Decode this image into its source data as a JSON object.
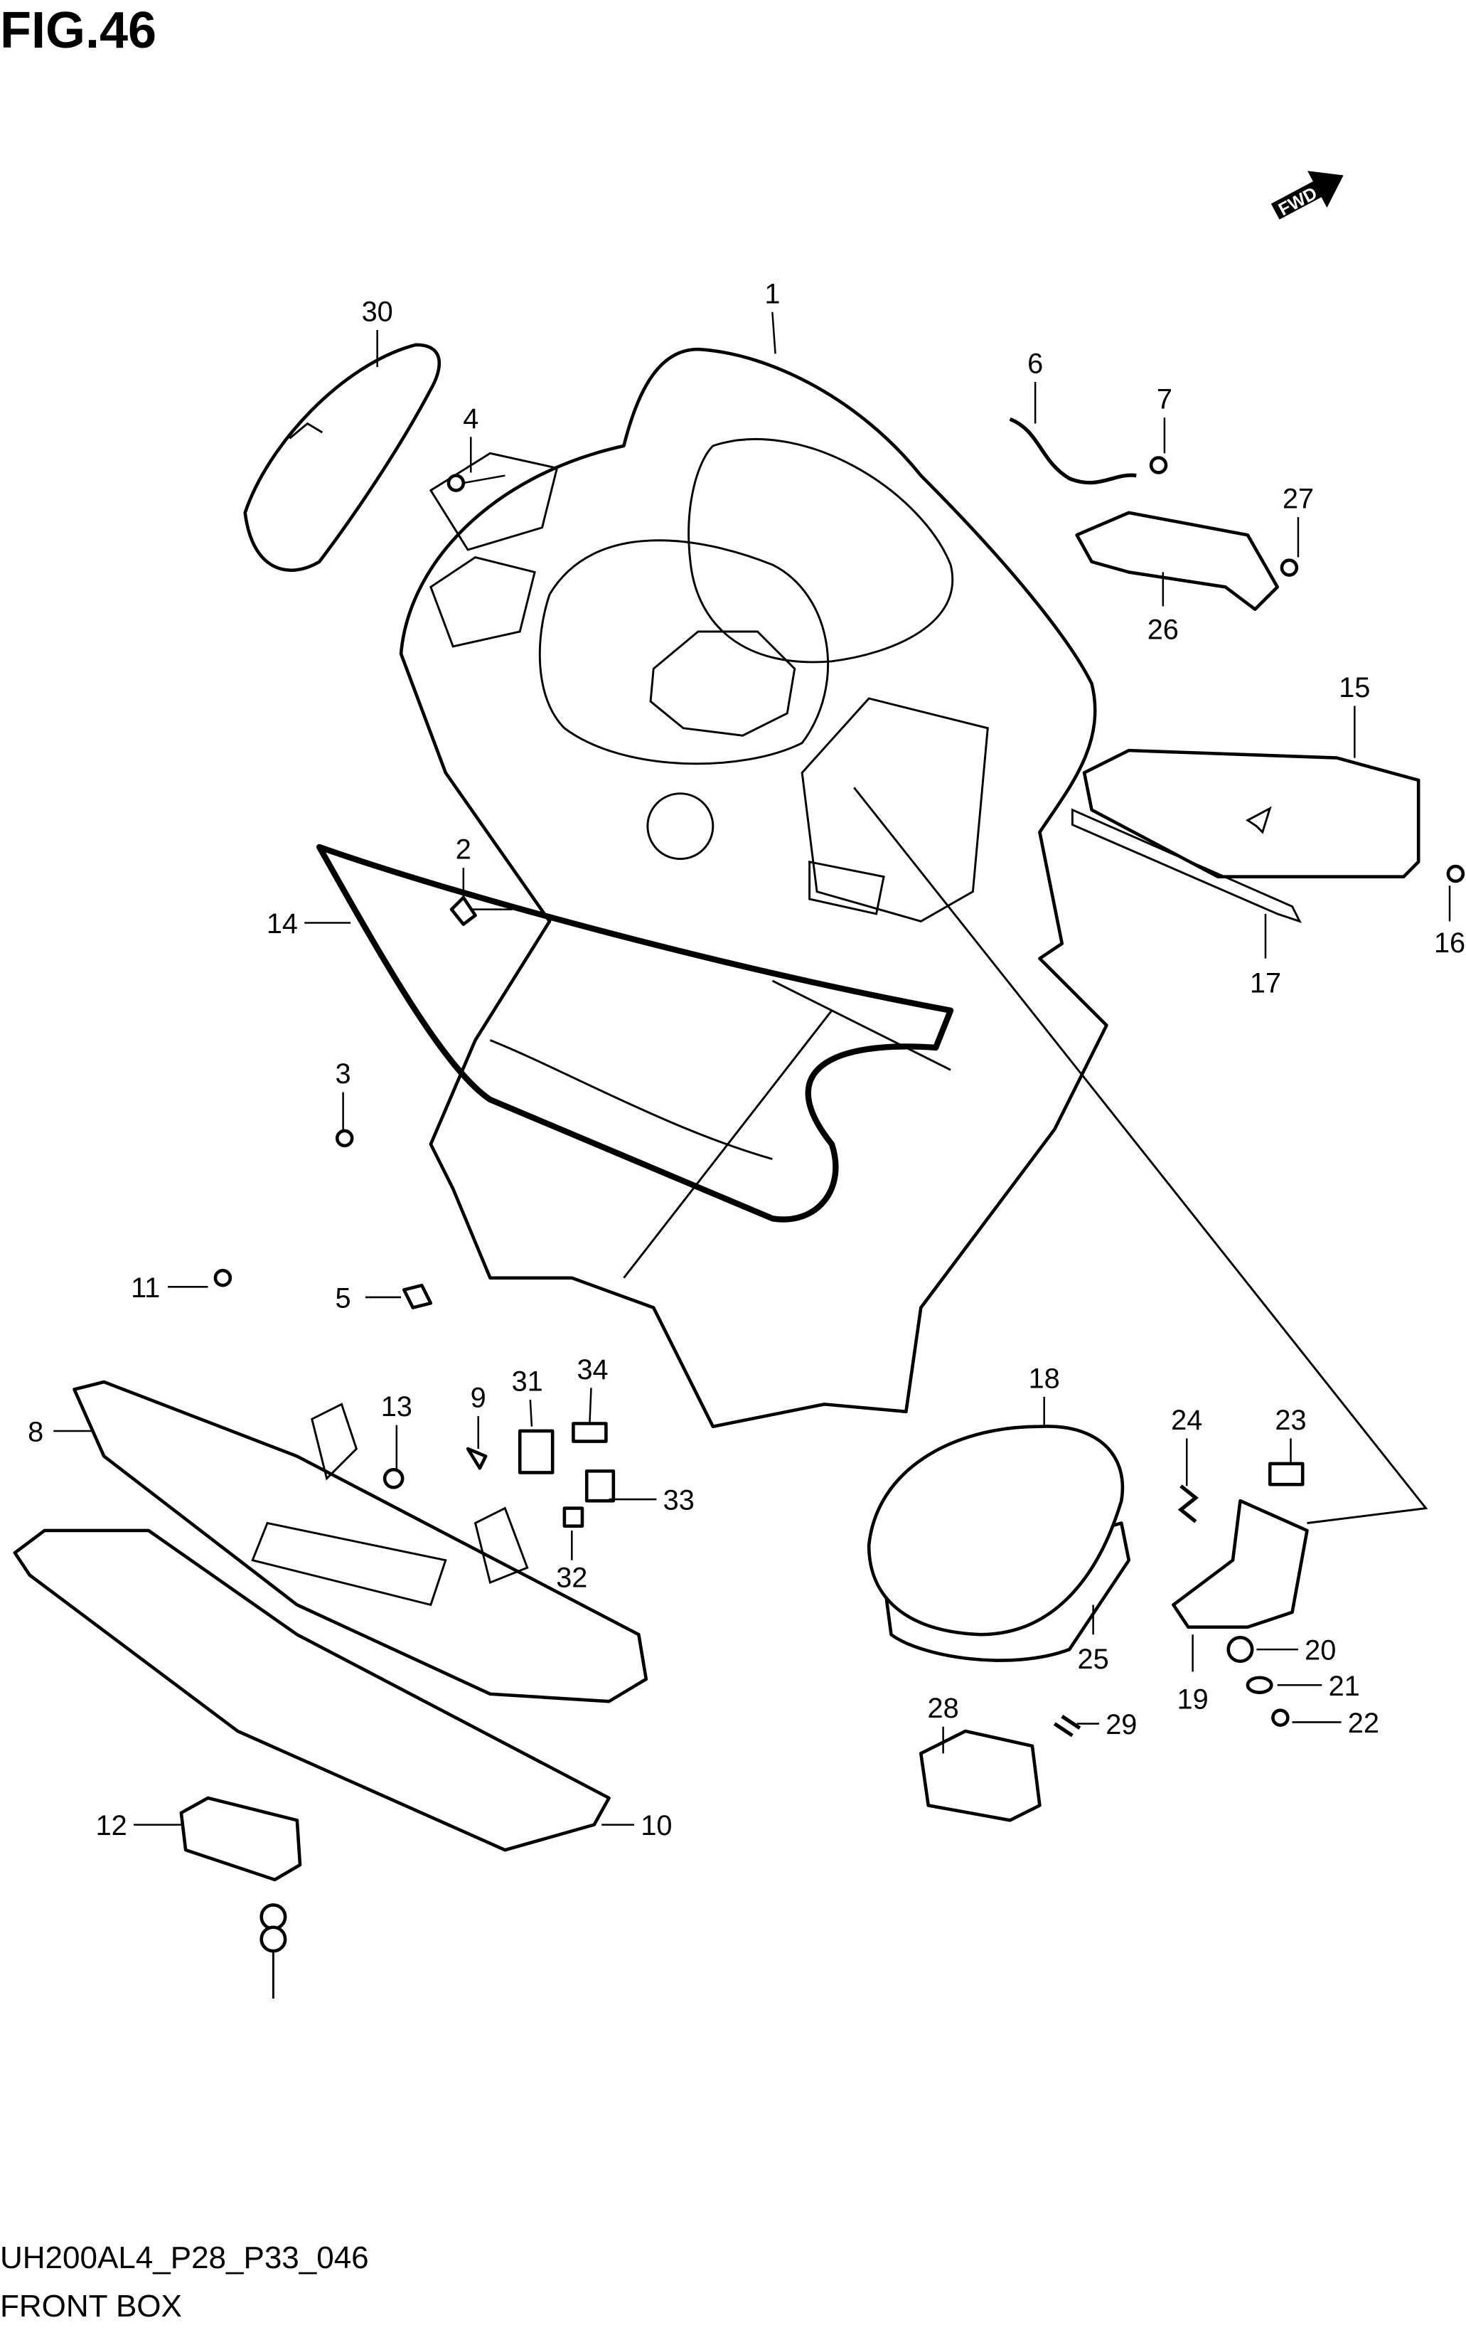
{
  "figure": {
    "title": "FIG.46",
    "code": "UH200AL4_P28_P33_046",
    "caption": "FRONT BOX",
    "direction_label": "FWD",
    "direction_icon": "fwd-arrow-icon"
  },
  "callouts": [
    "1",
    "30",
    "4",
    "6",
    "7",
    "27",
    "26",
    "15",
    "16",
    "17",
    "2",
    "14",
    "3",
    "11",
    "5",
    "8",
    "13",
    "9",
    "31",
    "34",
    "33",
    "32",
    "18",
    "24",
    "23",
    "25",
    "19",
    "20",
    "21",
    "22",
    "28",
    "29",
    "12",
    "10"
  ]
}
